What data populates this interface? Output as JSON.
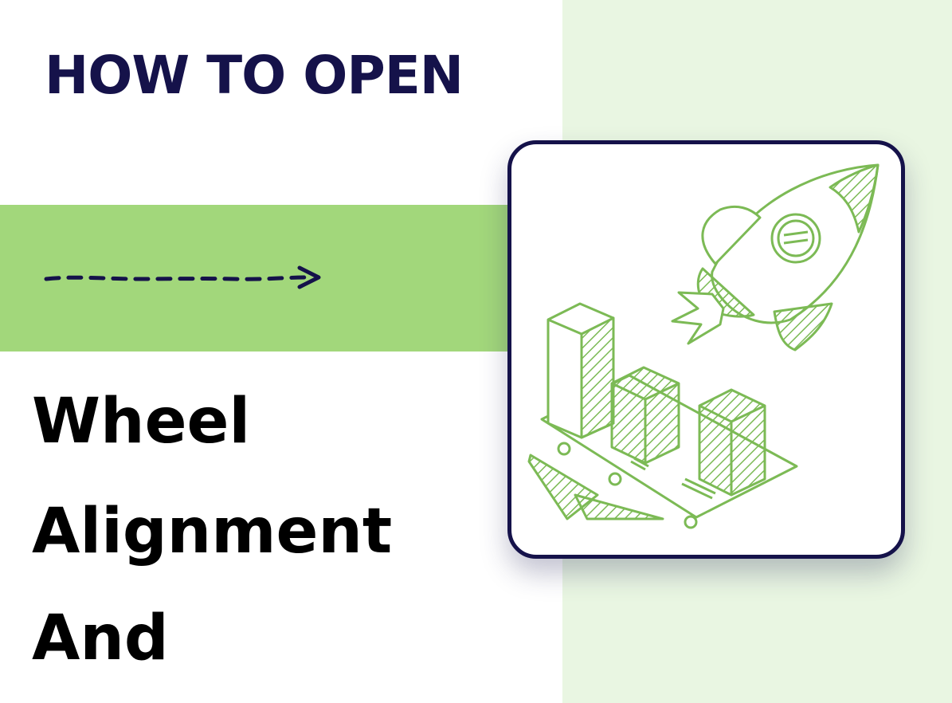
{
  "heading": {
    "title": "HOW TO OPEN"
  },
  "body_words": [
    "Wheel",
    "Alignment",
    "And"
  ],
  "colors": {
    "navy": "#15124a",
    "band_green": "#a2d77b",
    "panel_green": "#e9f6e2",
    "sketch_green": "#7cba55"
  },
  "icons": {
    "arrow": "dashed-arrow-icon",
    "illustration": "rocket-bar-chart-illustration"
  }
}
